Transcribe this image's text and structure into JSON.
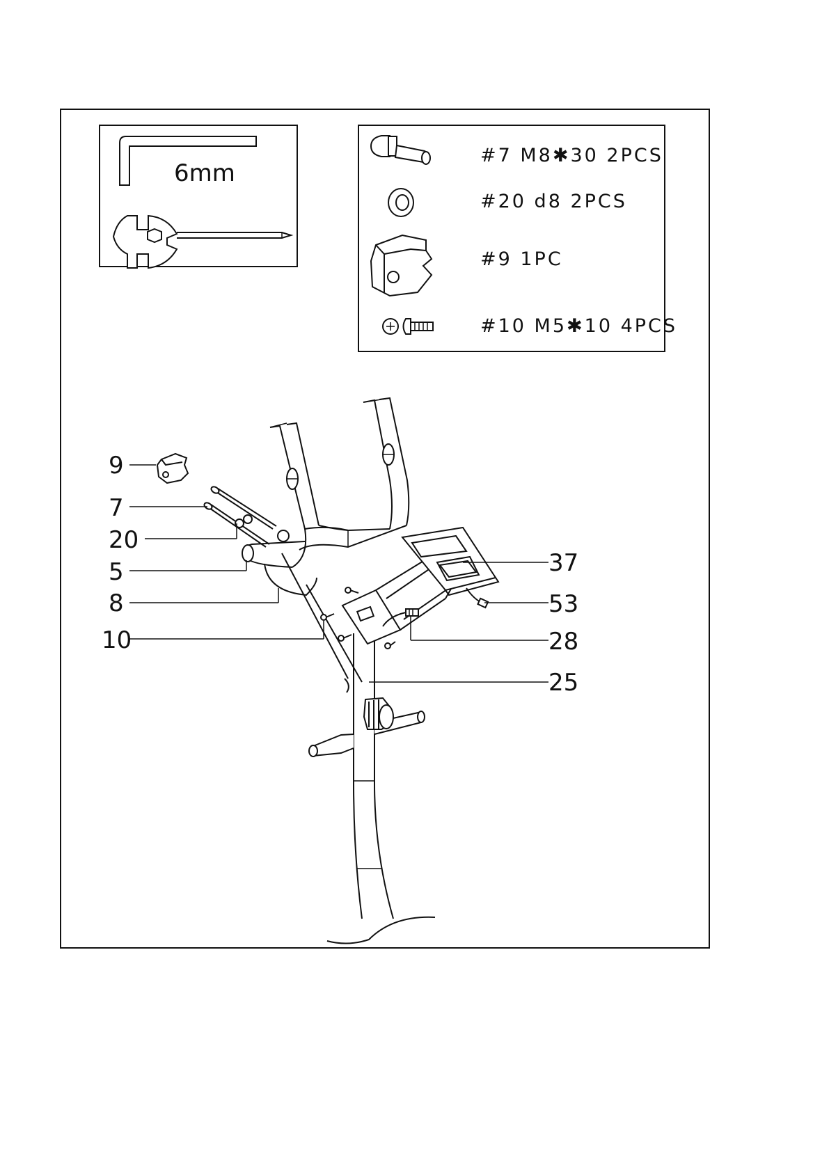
{
  "tools": {
    "hex_key_size": "6mm"
  },
  "hardware": [
    {
      "text": "#7  M8✱30  2PCS",
      "icon": "bolt-icon"
    },
    {
      "text": "#20  d8  2PCS",
      "icon": "washer-icon"
    },
    {
      "text": "#9  1PC",
      "icon": "cover-icon"
    },
    {
      "text": "#10  M5✱10  4PCS",
      "icon": "screw-icon"
    }
  ],
  "callouts": {
    "left": [
      "9",
      "7",
      "20",
      "5",
      "8",
      "10"
    ],
    "right": [
      "37",
      "53",
      "28",
      "25"
    ]
  }
}
